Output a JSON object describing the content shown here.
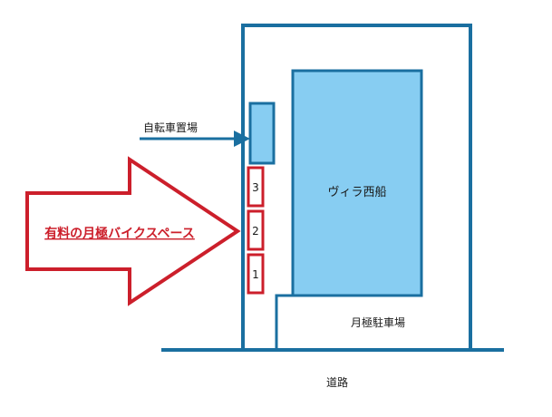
{
  "labels": {
    "bicycle_parking": "自転車置場",
    "building": "ヴィラ西船",
    "paid_bike_space": "有料の月極バイクスペース",
    "monthly_parking": "月極駐車場",
    "road": "道路"
  },
  "slots": [
    "3",
    "2",
    "1"
  ],
  "colors": {
    "outline_blue": "#1a6fa0",
    "building_fill": "#87cdf2",
    "red": "#cc1f2b",
    "text": "#1a1a1a"
  }
}
